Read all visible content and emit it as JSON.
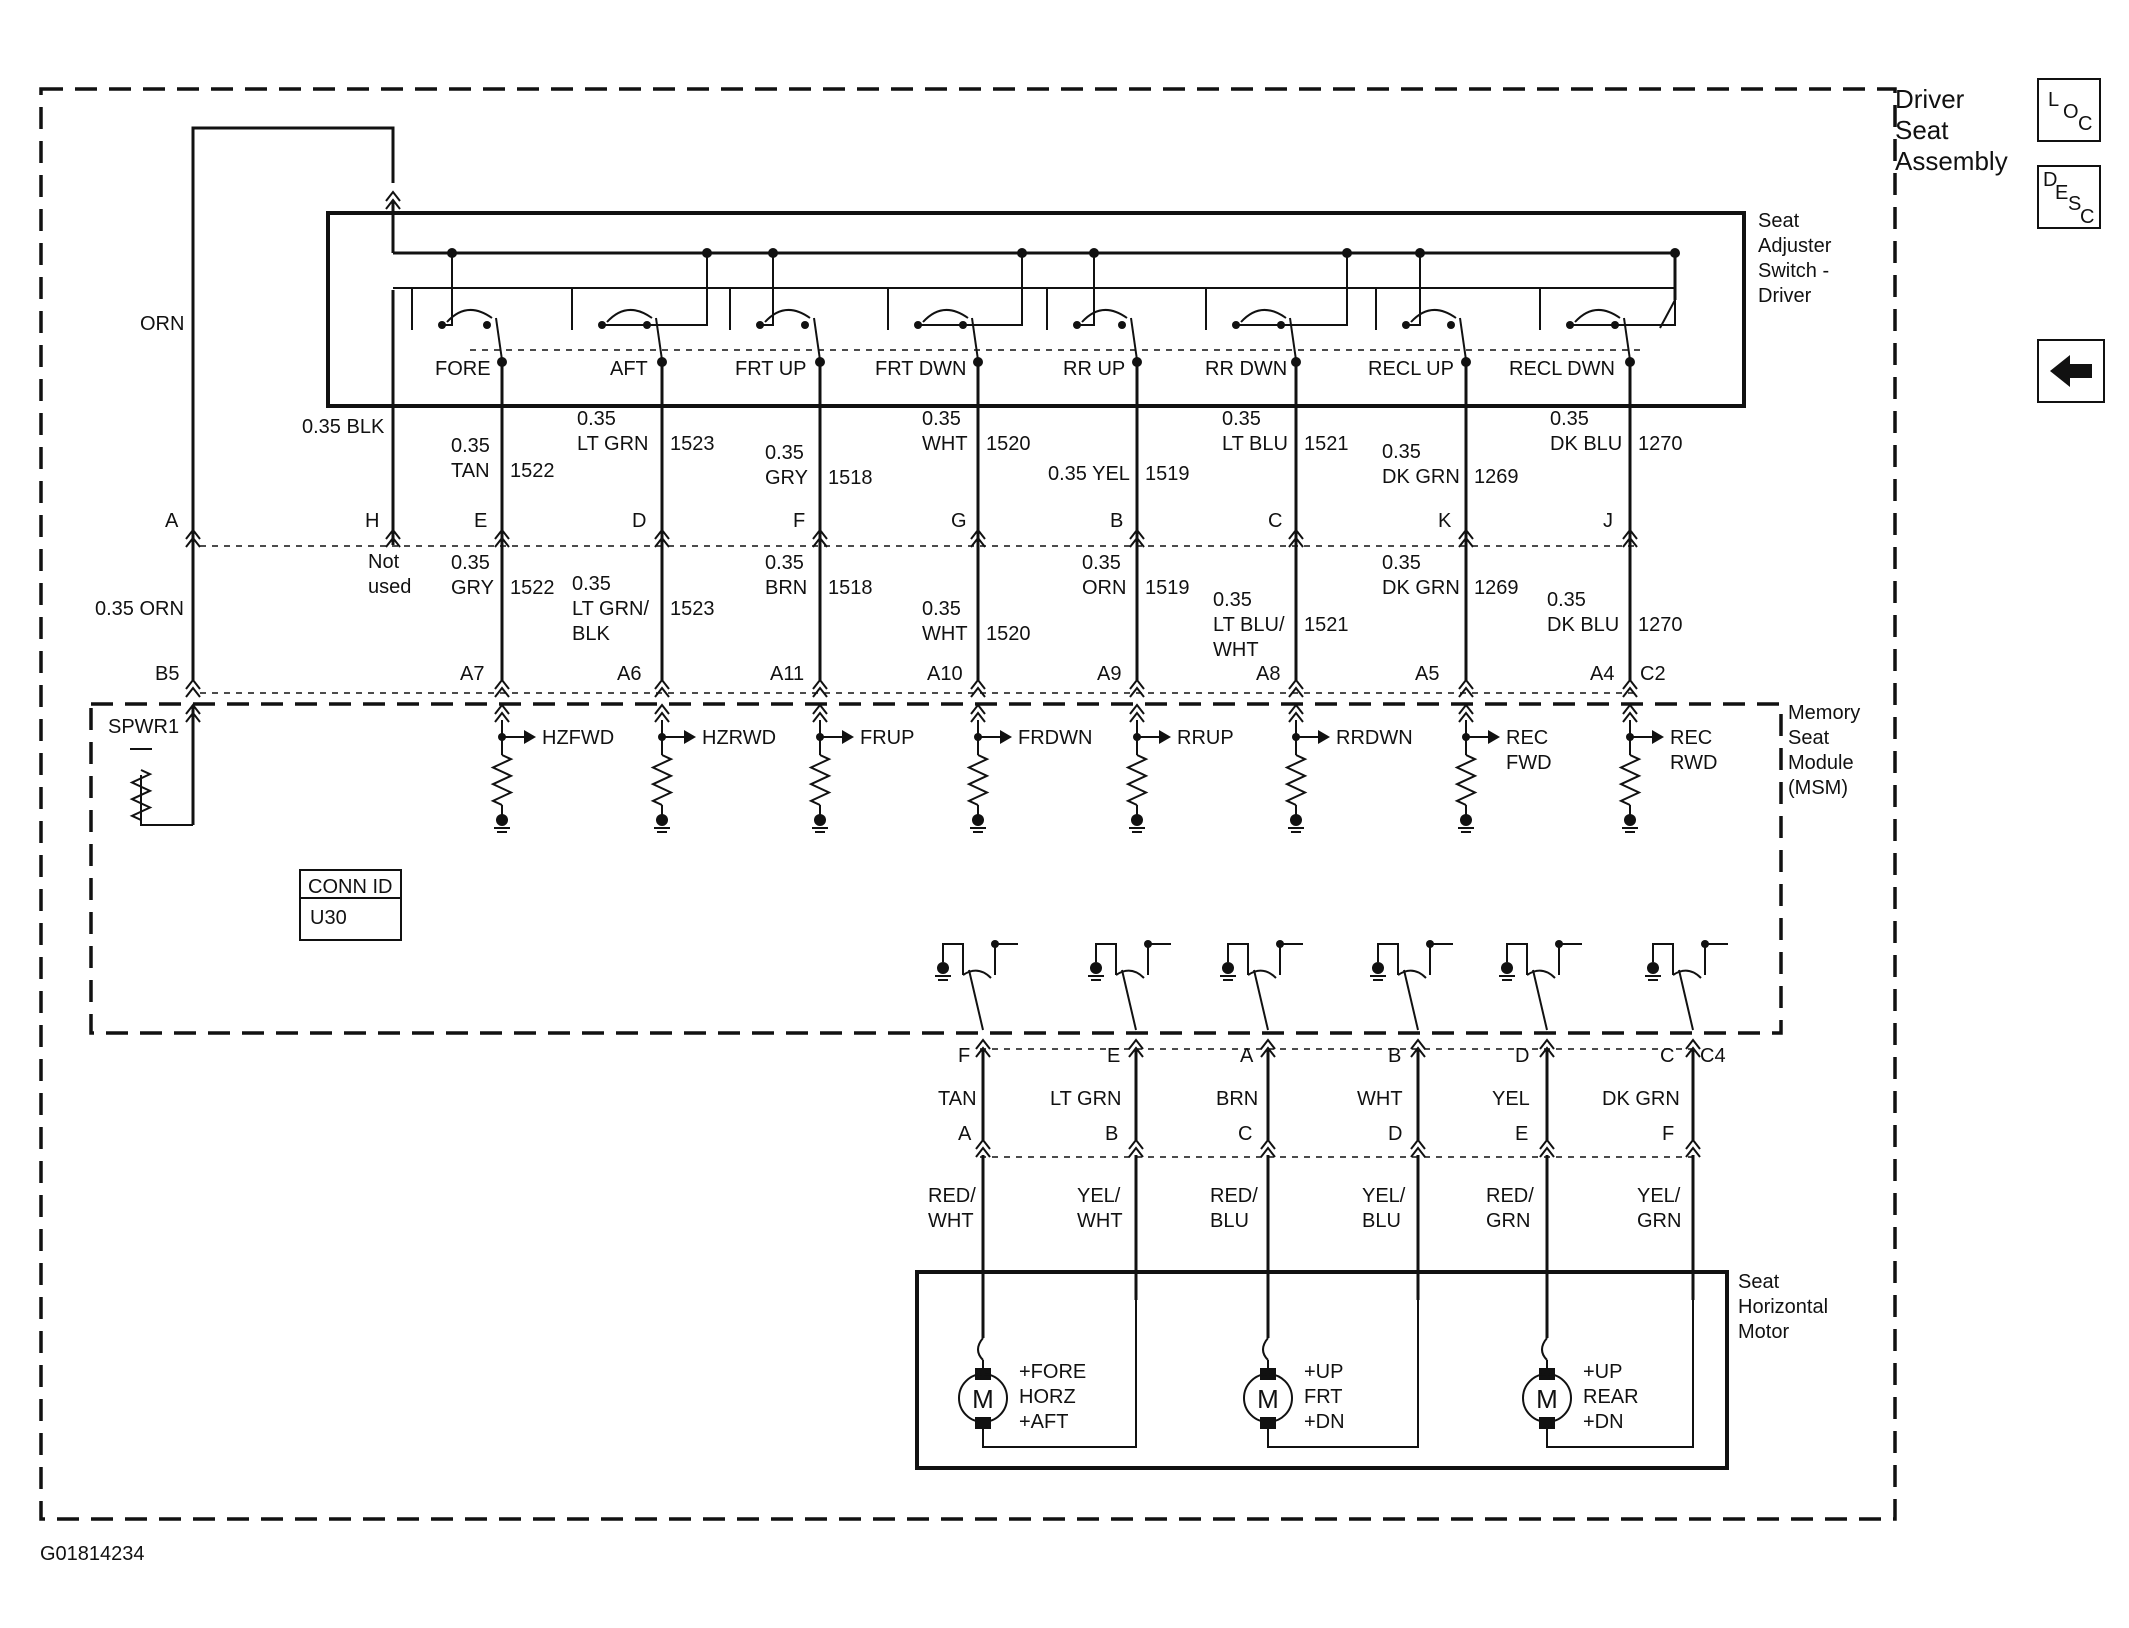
{
  "assembly": {
    "title_lines": [
      "Driver",
      "Seat",
      "Assembly"
    ]
  },
  "icons": {
    "loc": [
      "L",
      "O",
      "C"
    ],
    "desc": [
      "D",
      "E",
      "S",
      "C"
    ]
  },
  "switch_box": {
    "title_lines": [
      "Seat",
      "Adjuster",
      "Switch -",
      "Driver"
    ],
    "positions": [
      "FORE",
      "AFT",
      "FRT UP",
      "FRT DWN",
      "RR UP",
      "RR DWN",
      "RECL UP",
      "RECL DWN"
    ]
  },
  "feed": {
    "wire_label": "ORN",
    "blk_label": "0.35 BLK",
    "not_used": [
      "Not",
      "used"
    ]
  },
  "upper_wires": [
    {
      "lines": [
        "0.35",
        "TAN"
      ],
      "circuit": "1522"
    },
    {
      "lines": [
        "0.35",
        "LT GRN"
      ],
      "circuit": "1523"
    },
    {
      "lines": [
        "0.35",
        "GRY"
      ],
      "circuit": "1518"
    },
    {
      "lines": [
        "0.35",
        "WHT"
      ],
      "circuit": "1520"
    },
    {
      "lines": [
        "0.35 YEL"
      ],
      "circuit": "1519"
    },
    {
      "lines": [
        "0.35",
        "LT BLU"
      ],
      "circuit": "1521"
    },
    {
      "lines": [
        "0.35",
        "DK GRN"
      ],
      "circuit": "1269"
    },
    {
      "lines": [
        "0.35",
        "DK BLU"
      ],
      "circuit": "1270"
    }
  ],
  "connector_upper": [
    "A",
    "H",
    "E",
    "D",
    "F",
    "G",
    "B",
    "C",
    "K",
    "J"
  ],
  "lower_wires": [
    {
      "lines": [
        "0.35",
        "GRY"
      ],
      "circuit": "1522"
    },
    {
      "lines": [
        "0.35",
        "LT GRN/",
        "BLK"
      ],
      "circuit": "1523"
    },
    {
      "lines": [
        "0.35",
        "BRN"
      ],
      "circuit": "1518"
    },
    {
      "lines": [
        "0.35",
        "WHT"
      ],
      "circuit": "1520"
    },
    {
      "lines": [
        "0.35",
        "ORN"
      ],
      "circuit": "1519"
    },
    {
      "lines": [
        "0.35",
        "LT BLU/",
        "WHT"
      ],
      "circuit": "1521"
    },
    {
      "lines": [
        "0.35",
        "DK GRN"
      ],
      "circuit": "1269"
    },
    {
      "lines": [
        "0.35",
        "DK BLU"
      ],
      "circuit": "1270"
    }
  ],
  "orn_lower": "0.35 ORN",
  "connector_lower": [
    "B5",
    "A7",
    "A6",
    "A11",
    "A10",
    "A9",
    "A8",
    "A5",
    "A4"
  ],
  "connector_lower_id": "C2",
  "msm": {
    "title_lines": [
      "Memory",
      "Seat",
      "Module",
      "(MSM)"
    ],
    "power_label": "SPWR1",
    "inputs": [
      [
        "HZFWD"
      ],
      [
        "HZRWD"
      ],
      [
        "FRUP"
      ],
      [
        "FRDWN"
      ],
      [
        "RRUP"
      ],
      [
        "RRDWN"
      ],
      [
        "REC",
        "FWD"
      ],
      [
        "REC",
        "RWD"
      ]
    ],
    "conn_id_header": "CONN ID",
    "conn_id_value": "U30"
  },
  "motor_connector": {
    "top_pins": [
      "F",
      "E",
      "A",
      "B",
      "D",
      "C"
    ],
    "conn_id": "C4",
    "wire_colors": [
      "TAN",
      "LT GRN",
      "BRN",
      "WHT",
      "YEL",
      "DK GRN"
    ],
    "bottom_pins": [
      "A",
      "B",
      "C",
      "D",
      "E",
      "F"
    ],
    "motor_wires": [
      [
        "RED/",
        "WHT"
      ],
      [
        "YEL/",
        "WHT"
      ],
      [
        "RED/",
        "BLU"
      ],
      [
        "YEL/",
        "BLU"
      ],
      [
        "RED/",
        "GRN"
      ],
      [
        "YEL/",
        "GRN"
      ]
    ]
  },
  "motor_box": {
    "title_lines": [
      "Seat",
      "Horizontal",
      "Motor"
    ],
    "motor_symbol": "M",
    "motors": [
      [
        "+FORE",
        "HORZ",
        "+AFT"
      ],
      [
        "+UP",
        "FRT",
        "+DN"
      ],
      [
        "+UP",
        "REAR",
        "+DN"
      ]
    ]
  },
  "figure_id": "G01814234"
}
